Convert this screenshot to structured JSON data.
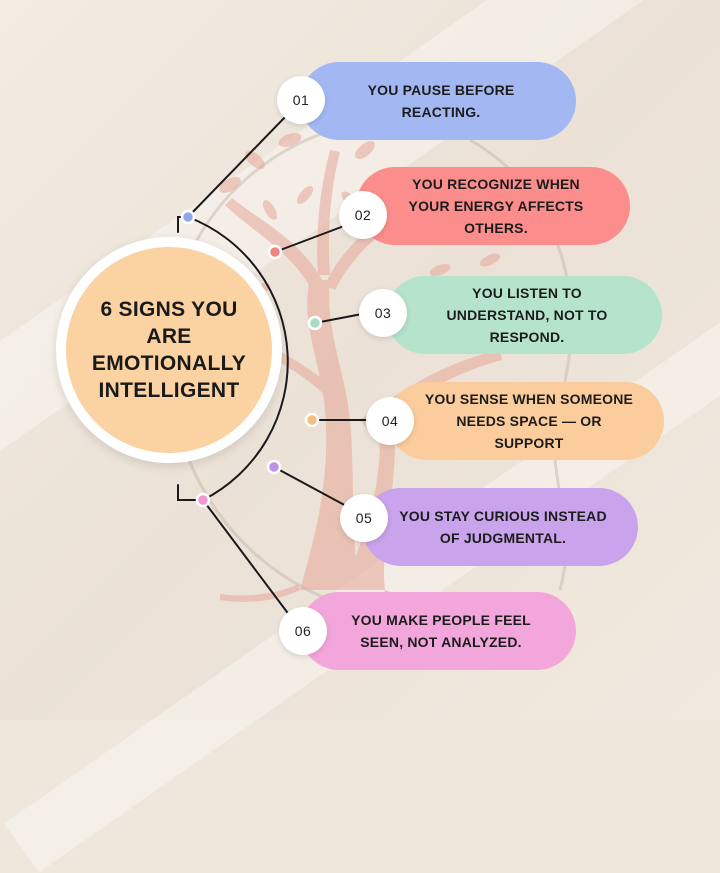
{
  "title": "6 SIGNS YOU ARE EMOTIONALLY INTELLIGENT",
  "colors": {
    "background": "#efe6dc",
    "center_fill": "#fbd3a2",
    "line": "#1a1a1a",
    "tree": "#e7a899"
  },
  "items": [
    {
      "number": "01",
      "text": "YOU PAUSE BEFORE REACTING.",
      "color": "#a3b8f2",
      "dot_color": "#8fa8ea"
    },
    {
      "number": "02",
      "text": "YOU RECOGNIZE WHEN YOUR ENERGY AFFECTS OTHERS.",
      "color": "#fb8e8c",
      "dot_color": "#f2847f"
    },
    {
      "number": "03",
      "text": "YOU LISTEN TO UNDERSTAND, NOT TO RESPOND.",
      "color": "#b6e3cb",
      "dot_color": "#a8dcc0"
    },
    {
      "number": "04",
      "text": "YOU SENSE WHEN SOMEONE NEEDS SPACE — OR SUPPORT",
      "color": "#fbcc9c",
      "dot_color": "#f7bd86"
    },
    {
      "number": "05",
      "text": "YOU STAY CURIOUS INSTEAD OF JUDGMENTAL.",
      "color": "#c9a3ec",
      "dot_color": "#be93e6"
    },
    {
      "number": "06",
      "text": "YOU MAKE PEOPLE FEEL SEEN, NOT ANALYZED.",
      "color": "#f3a6db",
      "dot_color": "#ee98d3"
    }
  ]
}
